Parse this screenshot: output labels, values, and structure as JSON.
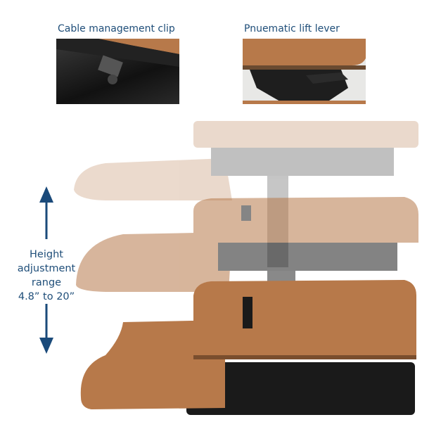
{
  "callouts": [
    {
      "label": "Cable management clip"
    },
    {
      "label": "Pnuematic lift lever"
    }
  ],
  "range": {
    "line1": "Height adjustment",
    "line2": "range",
    "line3": "4.8” to 20”"
  },
  "colors": {
    "text": "#1f4e79",
    "arrow": "#1a4a7a",
    "wood": "#b7794a",
    "base": "#1a1a1a"
  }
}
